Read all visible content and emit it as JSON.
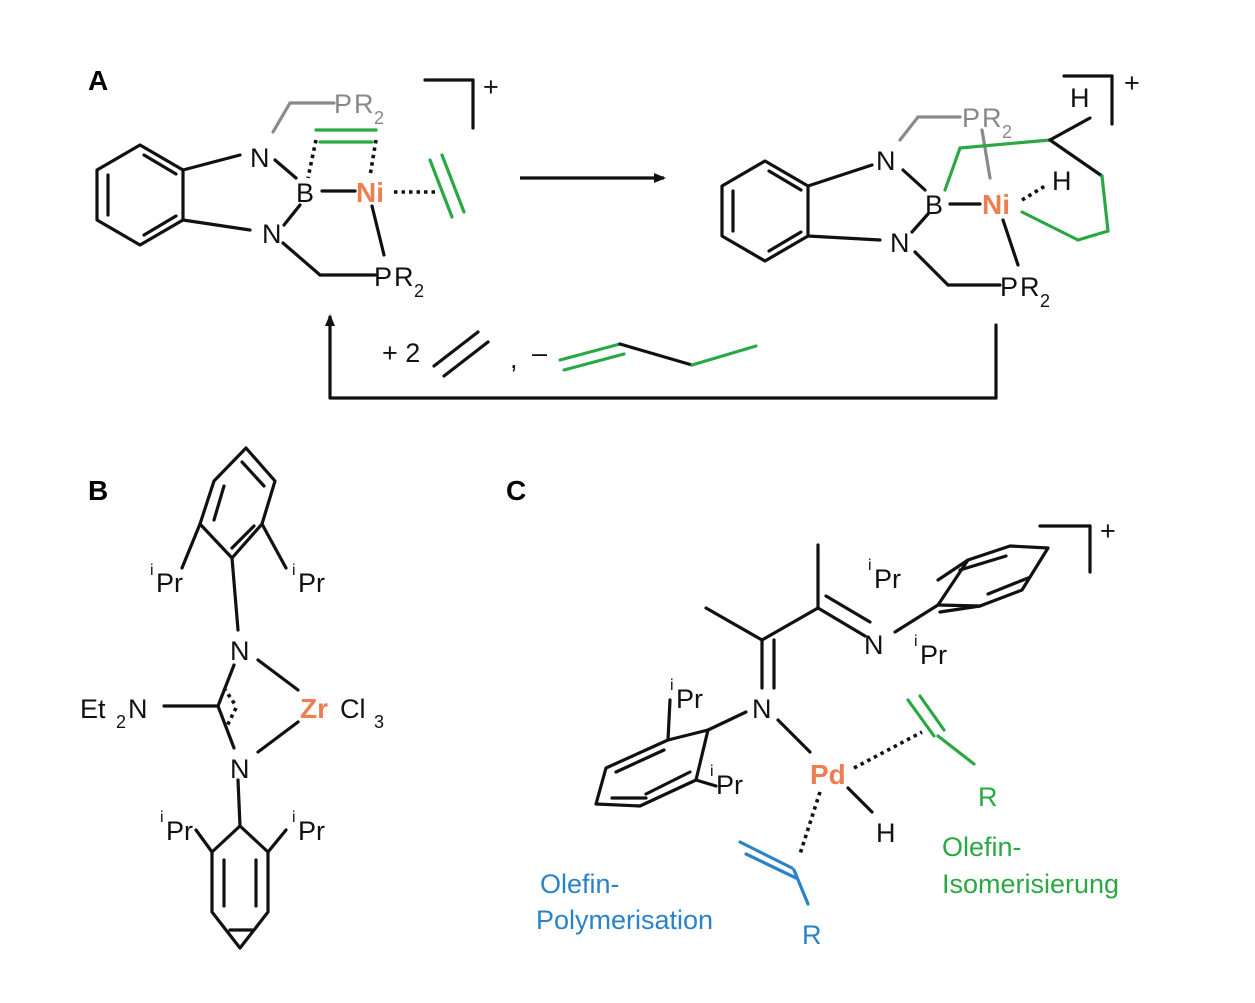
{
  "panels": {
    "a": "A",
    "b": "B",
    "c": "C"
  },
  "atoms": {
    "n": "N",
    "b": "B",
    "ni": "Ni",
    "p": "P",
    "r": "R",
    "two": "2",
    "h": "H",
    "plus": "+",
    "zr": "Zr",
    "cl": "Cl",
    "three": "3",
    "et": "Et",
    "iso_sup": "i",
    "pr": "Pr",
    "pd": "Pd"
  },
  "reagents": {
    "add": "+ 2",
    "comma": ",",
    "minus": "–"
  },
  "labels": {
    "polymerisation_1": "Olefin-",
    "polymerisation_2": "Polymerisation",
    "isomerisation_1": "Olefin-",
    "isomerisation_2": "Isomerisierung"
  },
  "colors": {
    "metal": "#ef7d52",
    "green": "#2aa843",
    "blue": "#2a83c6",
    "grey": "#8a8a8a"
  }
}
